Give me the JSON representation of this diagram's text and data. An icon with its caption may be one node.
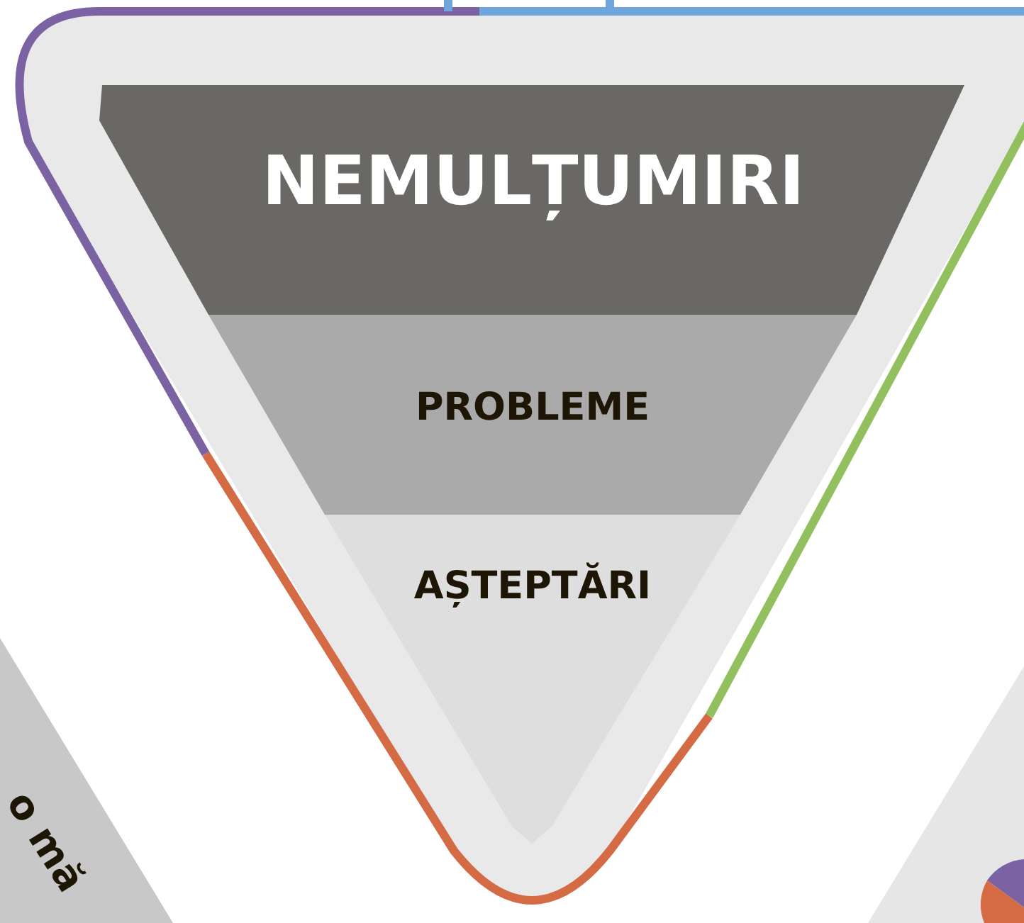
{
  "diagram": {
    "nodes": [
      {
        "text": [
          "NEMULȚUMIRI"
        ]
      },
      {
        "text": [
          "PROBLEME"
        ]
      },
      {
        "text": [
          "AȘTEPTĂRI"
        ]
      }
    ],
    "labels": [
      "o mă"
    ]
  }
}
